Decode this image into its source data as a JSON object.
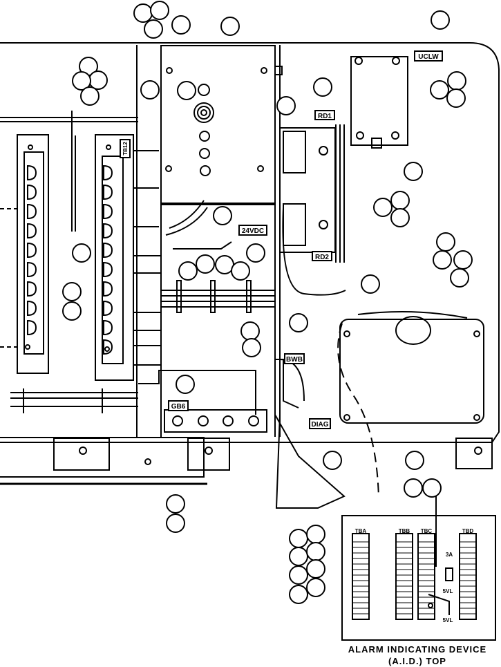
{
  "tags": {
    "uclw": "UCLW",
    "rd1": "RD1",
    "rd2": "RD2",
    "tb12": "TB12",
    "vdc24": "24VDC",
    "bwb": "BWB",
    "gb6": "GB6",
    "diag": "DIAG"
  },
  "aid": {
    "tb_a": "TBA",
    "tb_b": "TBB",
    "tb_c": "TBC",
    "tb_d": "TBD",
    "term_3a": "3A",
    "term_5vl_1": "5VL",
    "term_5vl_2": "5VL"
  },
  "caption": {
    "line1": "ALARM INDICATING DEVICE",
    "line2": "(A.I.D.) TOP"
  },
  "callout_count": 50
}
